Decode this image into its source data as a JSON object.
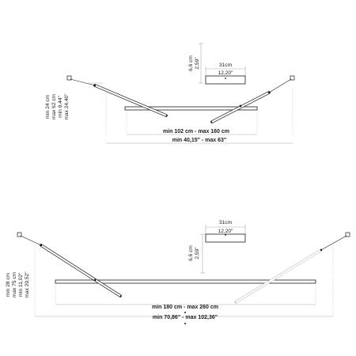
{
  "colors": {
    "ink": "#1a1a1a",
    "dim_line": "#aaaaaa",
    "faded": "#c8c8c8",
    "background": "#ffffff"
  },
  "diagram_top": {
    "canopy": {
      "height_cm": "6,6 cm",
      "height_in": "2,59\"",
      "width_cm": "31cm",
      "width_in": "12,20\""
    },
    "drop": {
      "min_cm": "min 24 cm",
      "max_cm": "max 62 cm",
      "min_in": "min 9,44\"",
      "max_in": "max 24,40\""
    },
    "span": {
      "cm": "min 102 cm - max 160 cm",
      "in": "min 40,15\" - max 63\""
    }
  },
  "diagram_bottom": {
    "canopy": {
      "height_cm": "6,6 cm",
      "height_in": "2,59\"",
      "width_cm": "31cm",
      "width_in": "12,20\""
    },
    "drop": {
      "min_cm": "min 28 cm",
      "max_cm": "max 75 cm",
      "min_in": "min 11,02\"",
      "max_in": "max 29,52\""
    },
    "span": {
      "cm": "min 180 cm - max 260 cm",
      "in": "min 70,86\" - max 102,36\""
    }
  }
}
